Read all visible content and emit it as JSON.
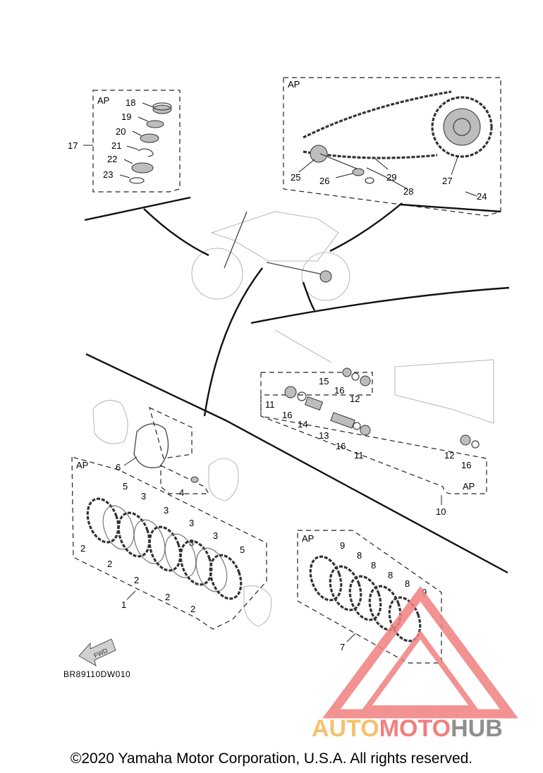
{
  "diagram": {
    "code": "BR89110DW010",
    "copyright": "©2020 Yamaha Motor Corporation, U.S.A. All rights reserved.",
    "fwd_label": "FWD",
    "ap_label": "AP",
    "callouts": {
      "c1": "1",
      "c2": "2",
      "c3": "3",
      "c4": "4",
      "c5": "5",
      "c6": "6",
      "c7": "7",
      "c8": "8",
      "c9": "9",
      "c10": "10",
      "c11": "11",
      "c12": "12",
      "c13": "13",
      "c14": "14",
      "c15": "15",
      "c16": "16",
      "c17": "17",
      "c18": "18",
      "c19": "19",
      "c20": "20",
      "c21": "21",
      "c22": "22",
      "c23": "23",
      "c24": "24",
      "c25": "25",
      "c26": "26",
      "c27": "27",
      "c28": "28",
      "c29": "29"
    }
  },
  "watermark": {
    "part1": "AUTO",
    "part2": "MOTO",
    "part3": "HUB",
    "colors": {
      "part1": "#f5c26b",
      "part2": "#f08080",
      "part3": "#8f8f8f",
      "triangle": "#f08080"
    }
  }
}
